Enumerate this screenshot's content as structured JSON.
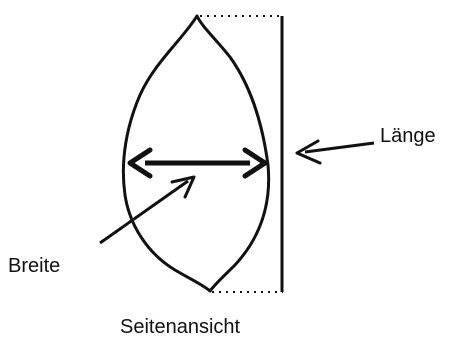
{
  "labels": {
    "length": "Länge",
    "width": "Breite",
    "caption": "Seitenansicht"
  },
  "colors": {
    "stroke": "#111111",
    "background": "#ffffff"
  }
}
